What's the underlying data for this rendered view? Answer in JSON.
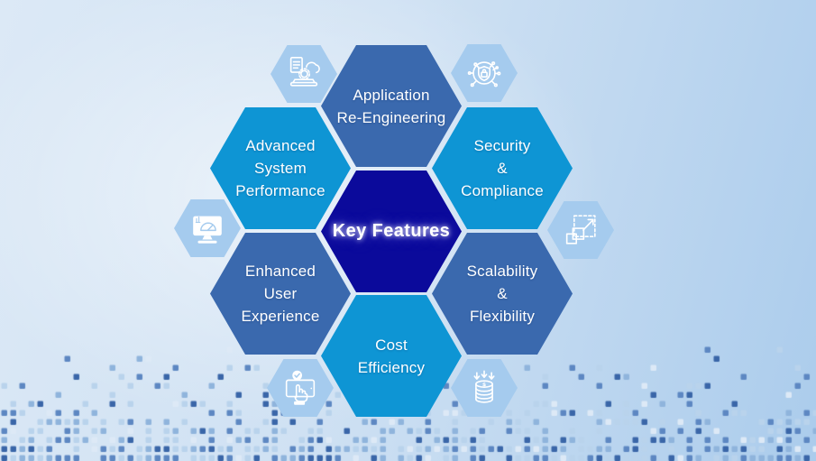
{
  "diagram": {
    "center": {
      "label": "Key Features"
    },
    "features": [
      {
        "id": "application-reengineering",
        "lines": [
          "Application",
          "Re-Engineering"
        ]
      },
      {
        "id": "security-compliance",
        "lines": [
          "Security",
          "&",
          "Compliance"
        ]
      },
      {
        "id": "scalability-flexibility",
        "lines": [
          "Scalability",
          "&",
          "Flexibility"
        ]
      },
      {
        "id": "cost-efficiency",
        "lines": [
          "Cost",
          "Efficiency"
        ]
      },
      {
        "id": "enhanced-user-experience",
        "lines": [
          "Enhanced",
          "User",
          "Experience"
        ]
      },
      {
        "id": "advanced-system-performance",
        "lines": [
          "Advanced",
          "System",
          "Performance"
        ]
      }
    ],
    "icons": [
      {
        "name": "app-reengineering-icon"
      },
      {
        "name": "ai-security-icon"
      },
      {
        "name": "system-performance-gauge-icon"
      },
      {
        "name": "scalability-expand-icon"
      },
      {
        "name": "user-experience-touch-icon"
      },
      {
        "name": "cost-efficiency-coins-icon"
      }
    ],
    "colors": {
      "center_hex": "#0b0a9b",
      "slate_hex": "#3a69ae",
      "cyan_hex": "#0e95d4",
      "icon_hex": "#a5cbee",
      "icon_stroke": "#ffffff",
      "text": "#ffffff",
      "background_light": "#e9f1fa",
      "background_dark": "#abccec",
      "mosaic_palette": [
        "#dde9f6",
        "#b9d3ec",
        "#8fb4dc",
        "#5d87c2",
        "#3a66a8"
      ]
    }
  }
}
